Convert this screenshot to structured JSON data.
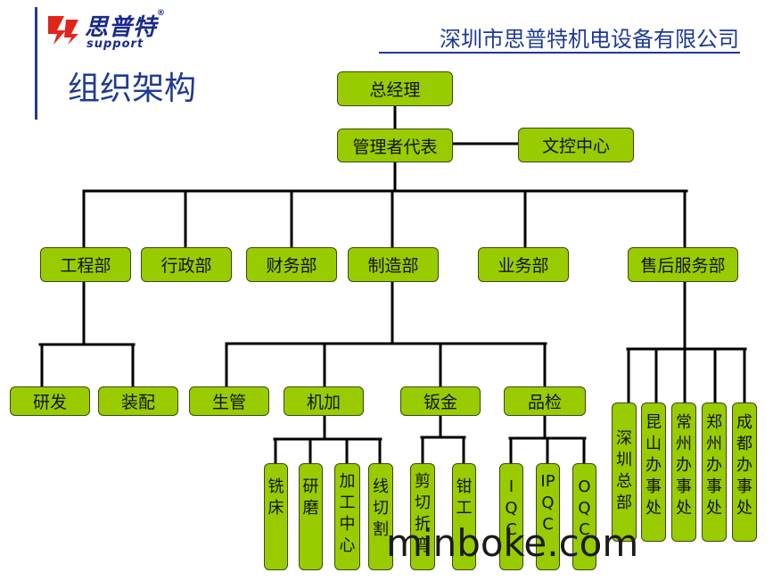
{
  "header": {
    "logo_cn": "思普特",
    "logo_reg": "®",
    "logo_en": "support",
    "company": "深圳市思普特机电设备有限公司",
    "title": "组织架构"
  },
  "colors": {
    "box_fill": "#99cc00",
    "box_border": "#3a4a10",
    "accent": "#1f3a93",
    "logo_red": "#e0251b"
  },
  "nodes": {
    "ceo": "总经理",
    "mgmt_rep": "管理者代表",
    "doc_center": "文控中心",
    "engineering": "工程部",
    "admin": "行政部",
    "finance": "财务部",
    "manufacturing": "制造部",
    "business": "业务部",
    "after_sales": "售后服务部",
    "rnd": "研发",
    "assembly": "装配",
    "production_mgmt": "生管",
    "machining": "机加",
    "sheet_metal": "钣金",
    "quality": "品检",
    "milling": "铣床",
    "grinding": "研磨",
    "machining_center": "加工中心",
    "wire_cutting": "线切割",
    "shear_bend": "剪切折弯",
    "fitter": "钳工",
    "iqc": "IQC",
    "ipqc": "IPQC",
    "oqc": "OQC",
    "shenzhen_hq": "深圳总部",
    "kunshan_office": "昆山办事处",
    "changzhou_office": "常州办事处",
    "zhengzhou_office": "郑州办事处",
    "chengdu_office": "成都办事处"
  },
  "watermark": "minboke.com"
}
